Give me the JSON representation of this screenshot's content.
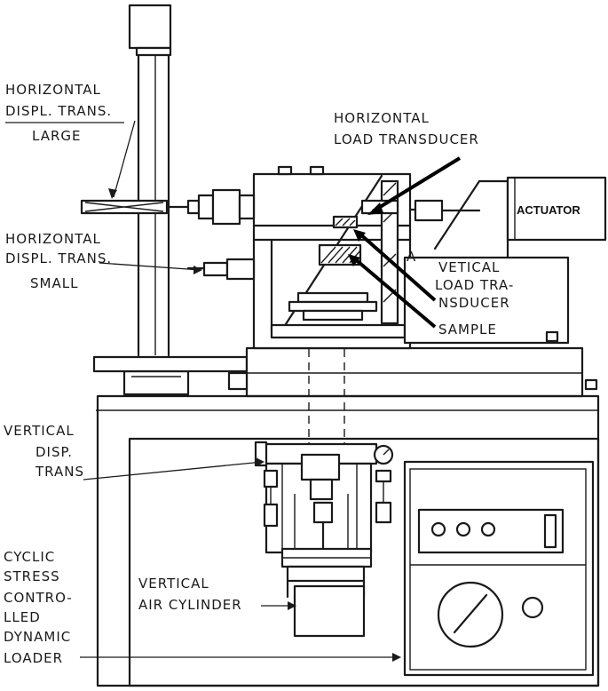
{
  "labels": {
    "horiz_large": [
      "HORIZONTAL",
      "DISPL. TRANS.",
      "LARGE"
    ],
    "horiz_small": [
      "HORIZONTAL",
      "DISPL. TRANS.",
      "SMALL"
    ],
    "horiz_load": [
      "HORIZONTAL",
      "LOAD TRANSDUCER"
    ],
    "actuator": "ACTUATOR",
    "vert_load": [
      "VETICAL",
      "LOAD TRA-",
      "NSDUCER"
    ],
    "sample": "SAMPLE",
    "vert_disp": [
      "VERTICAL",
      "DISP.",
      "TRANS"
    ],
    "cyclic": [
      "CYCLIC",
      "STRESS",
      "CONTRO-",
      "LLED",
      "DYNAMIC",
      "LOADER"
    ],
    "air_cyl": [
      "VERTICAL",
      "AIR CYLINDER"
    ],
    "marker_a": "A-"
  }
}
